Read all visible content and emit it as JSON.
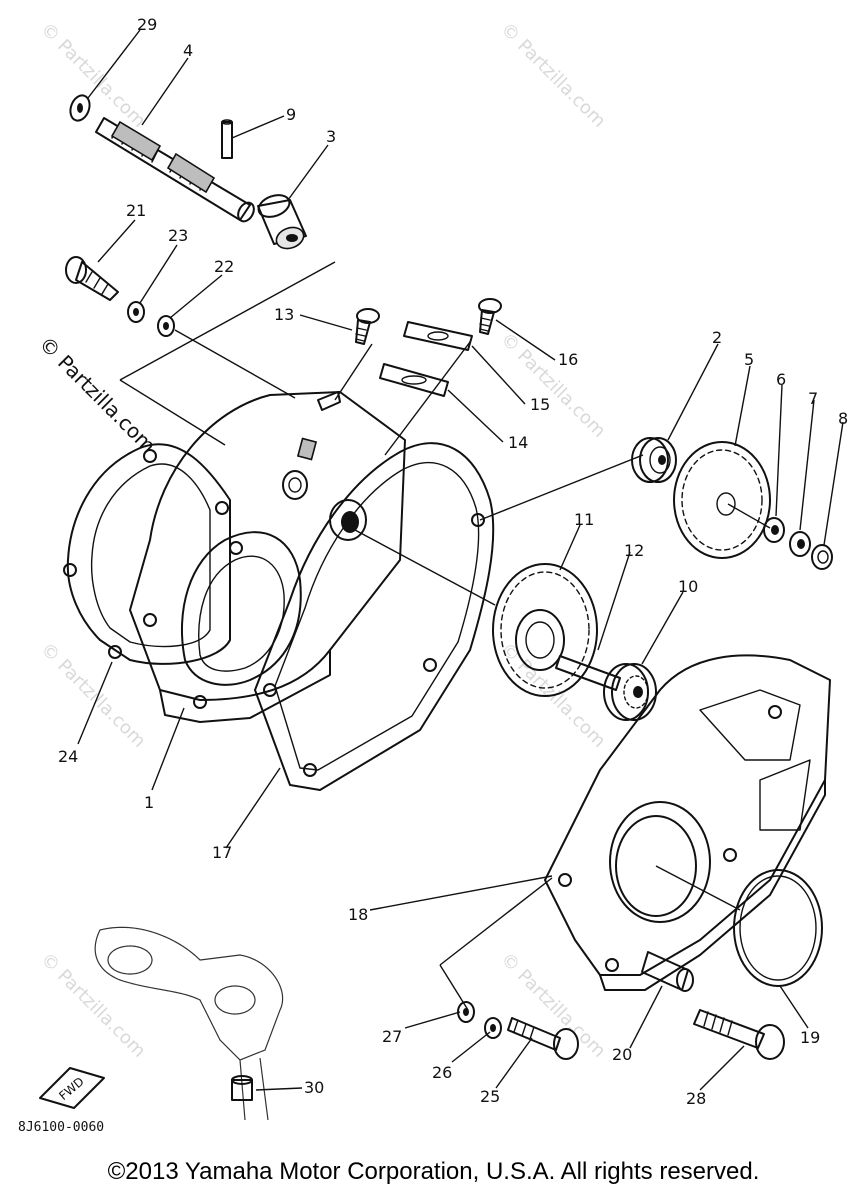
{
  "watermark": "© Partzilla.com",
  "diagram_code": "8J6100-0060",
  "copyright": "©2013  Yamaha Motor Corporation, U.S.A. All rights reserved.",
  "fwd_label": "FWD",
  "callouts": [
    "29",
    "4",
    "9",
    "3",
    "21",
    "23",
    "22",
    "13",
    "16",
    "15",
    "14",
    "2",
    "5",
    "6",
    "7",
    "8",
    "11",
    "12",
    "10",
    "24",
    "1",
    "17",
    "18",
    "19",
    "27",
    "26",
    "25",
    "20",
    "28",
    "30"
  ]
}
